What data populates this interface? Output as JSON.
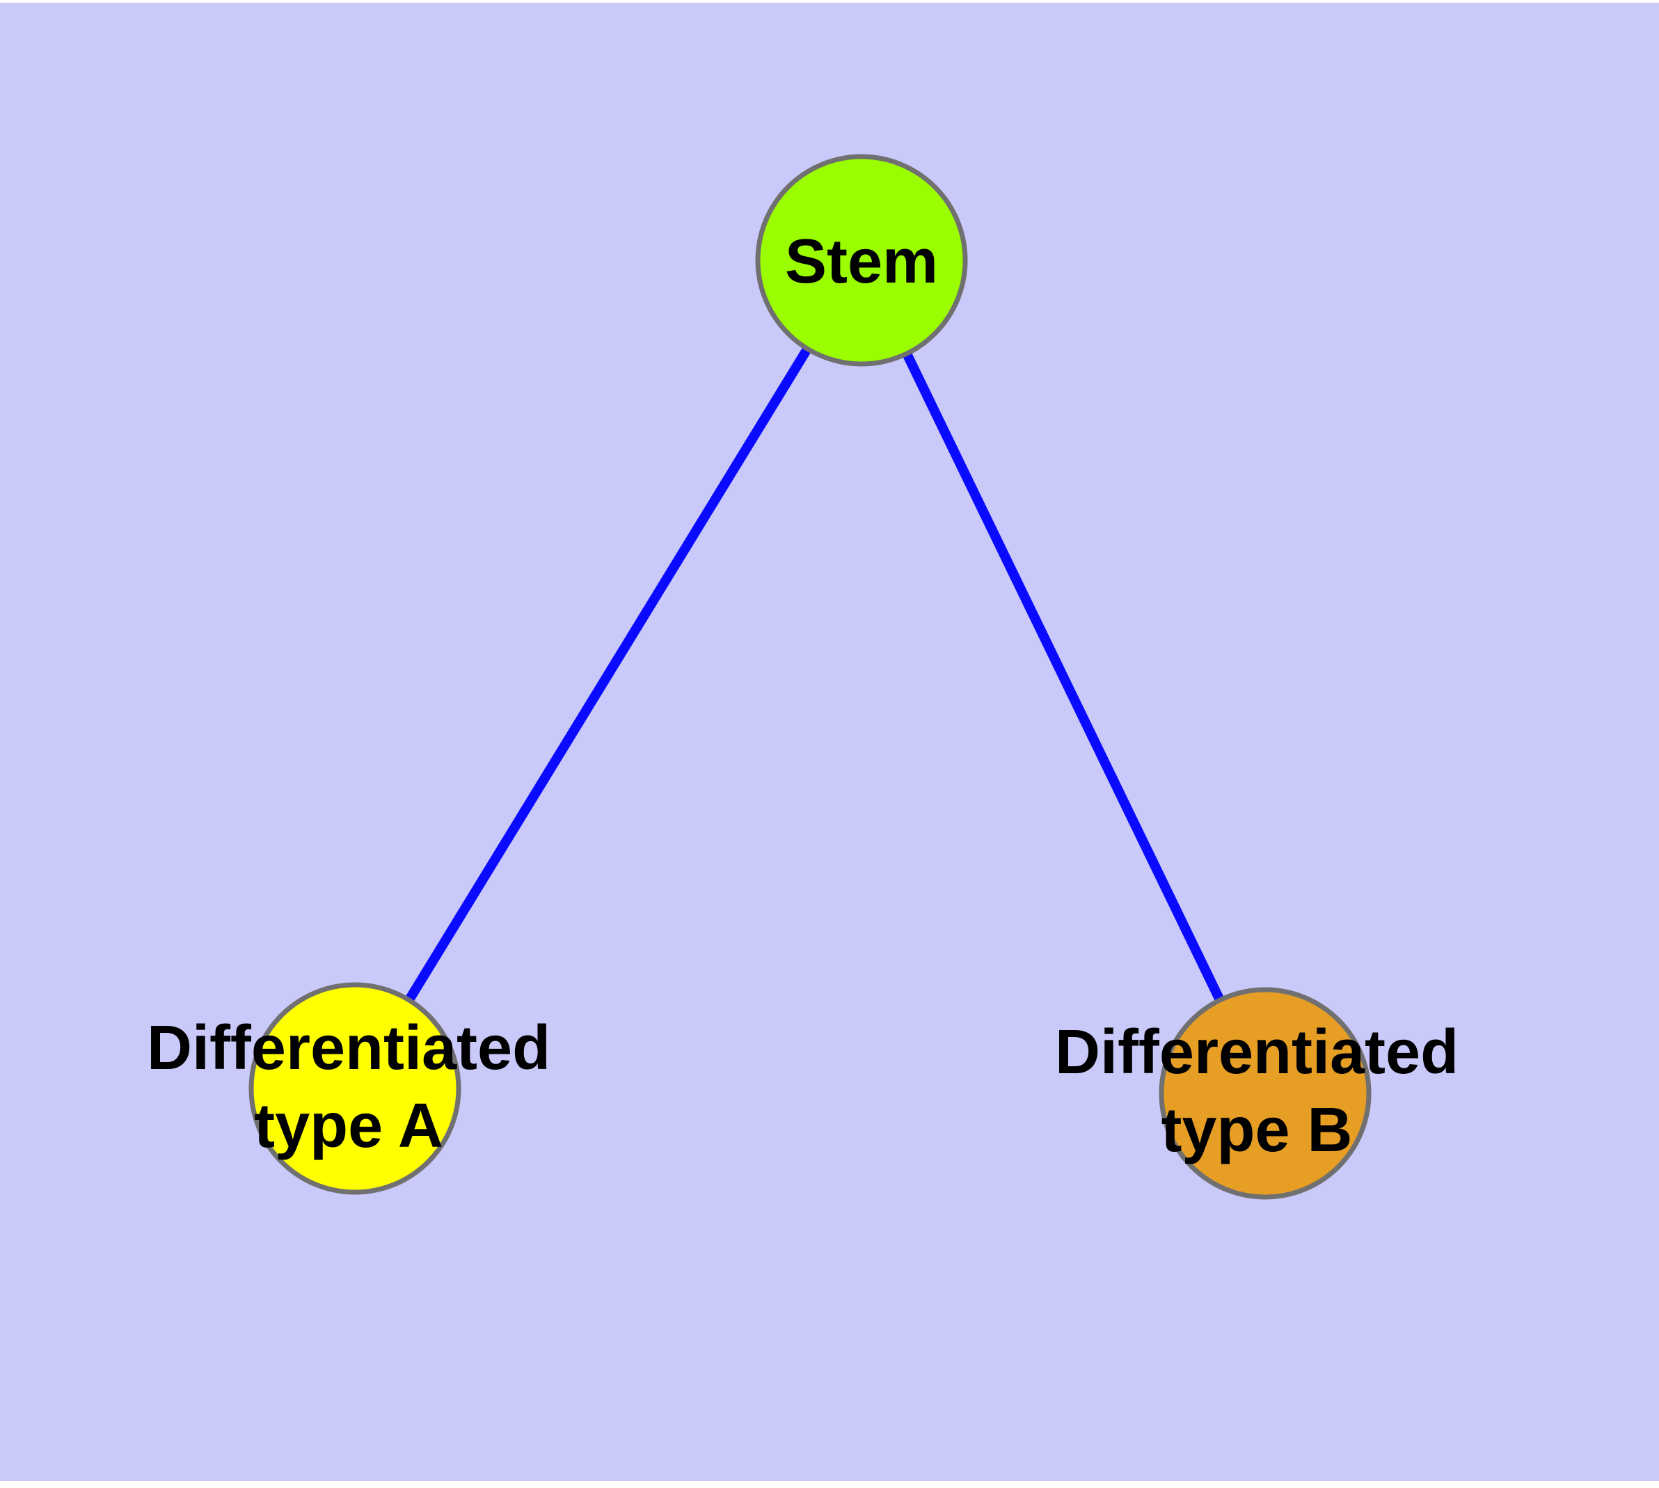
{
  "diagram": {
    "type": "node-link-graph",
    "background_color": "#C9C9FA",
    "edge_color": "#0A0AFE",
    "node_border_color": "#707070",
    "label_color": "#000000",
    "nodes": [
      {
        "id": "stem",
        "label": "Stem",
        "color": "#9AFE00"
      },
      {
        "id": "differentiated-type-a",
        "label": "Differentiated type A",
        "label_line1": "Differentiated",
        "label_line2": "type A",
        "color": "#FFFF00"
      },
      {
        "id": "differentiated-type-b",
        "label": "Differentiated type B",
        "label_line1": "Differentiated",
        "label_line2": "type B",
        "color": "#E69E24"
      }
    ],
    "edges": [
      {
        "from": "stem",
        "to": "differentiated-type-a"
      },
      {
        "from": "stem",
        "to": "differentiated-type-b"
      }
    ]
  }
}
